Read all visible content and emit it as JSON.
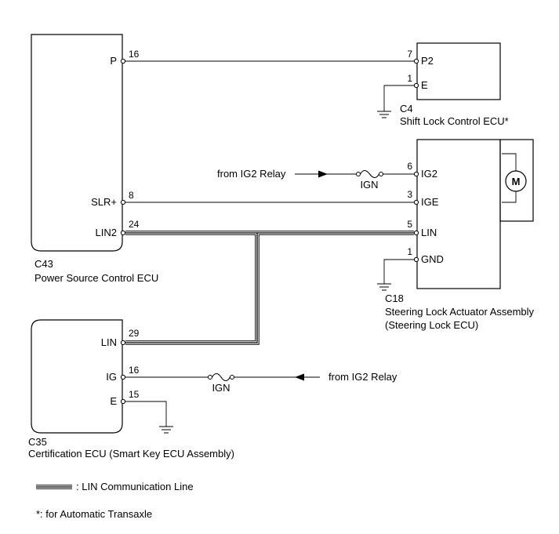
{
  "ecu_c43": {
    "connector": "C43",
    "name": "Power Source Control ECU",
    "pins": {
      "p": {
        "label": "P",
        "number": "16"
      },
      "slr": {
        "label": "SLR+",
        "number": "8"
      },
      "lin2": {
        "label": "LIN2",
        "number": "24"
      }
    }
  },
  "ecu_c4": {
    "connector": "C4",
    "name": "Shift Lock Control ECU*",
    "pins": {
      "p2": {
        "label": "P2",
        "number": "7"
      },
      "e": {
        "label": "E",
        "number": "1"
      }
    }
  },
  "ecu_c18": {
    "connector": "C18",
    "name_line1": "Steering Lock Actuator Assembly",
    "name_line2": "(Steering Lock ECU)",
    "motor_label": "M",
    "pins": {
      "ig2": {
        "label": "IG2",
        "number": "6"
      },
      "ige": {
        "label": "IGE",
        "number": "3"
      },
      "lin": {
        "label": "LIN",
        "number": "5"
      },
      "gnd": {
        "label": "GND",
        "number": "1"
      }
    }
  },
  "ecu_c35": {
    "connector": "C35",
    "name": "Certification ECU (Smart Key ECU Assembly)",
    "pins": {
      "lin": {
        "label": "LIN",
        "number": "29"
      },
      "ig": {
        "label": "IG",
        "number": "16"
      },
      "e": {
        "label": "E",
        "number": "15"
      }
    }
  },
  "sources": {
    "top": {
      "text": "from IG2 Relay",
      "fuse": "IGN"
    },
    "bottom": {
      "text": "from IG2 Relay",
      "fuse": "IGN"
    }
  },
  "legend": {
    "lin_line": ": LIN Communication Line",
    "footnote": "*: for Automatic Transaxle"
  }
}
